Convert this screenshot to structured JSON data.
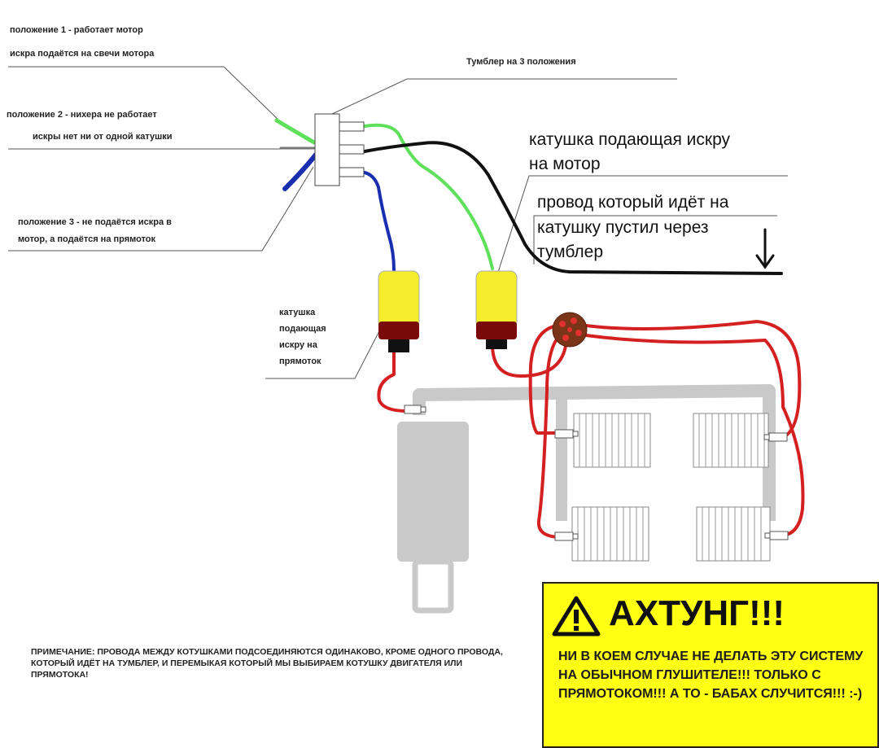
{
  "labels": {
    "position1_line1": "положение 1 - работает мотор",
    "position1_line2": "искра подаётся на свечи мотора",
    "toggle": "Тумблер на 3 положения",
    "position2_line1": "положение 2 - нихера не работает",
    "position2_line2": "искры нет ни от одной катушки",
    "coil_motor_line1": "катушка подающая искру",
    "coil_motor_line2": "на мотор",
    "wire_line1": "провод который идёт на",
    "wire_line2": "катушку пустил через",
    "wire_line3": "тумблер",
    "arrow": "↓",
    "position3_line1": "положение 3 - не подаётся искра в",
    "position3_line2": "мотор, а подаётся на прямоток",
    "coil_straight_line1": "катушка",
    "coil_straight_line2": "подающая",
    "coil_straight_line3": "искру на",
    "coil_straight_line4": "прямоток"
  },
  "note": "ПРИМЕЧАНИЕ: ПРОВОДА МЕЖДУ КОТУШКАМИ ПОДСОЕДИНЯЮТСЯ ОДИНАКОВО, КРОМЕ ОДНОГО ПРОВОДА, КОТОРЫЙ ИДЁТ НА ТУМБЛЕР, И ПЕРЕМЫКАЯ КОТОРЫЙ МЫ ВЫБИРАЕМ КОТУШКУ ДВИГАТЕЛЯ ИЛИ ПРЯМОТОКА!",
  "warning": {
    "title": "АХТУНГ!!!",
    "text": "НИ В КОЕМ СЛУЧАЕ НЕ ДЕЛАТЬ ЭТУ СИСТЕМУ НА ОБЫЧНОМ ГЛУШИТЕЛЕ!!! ТОЛЬКО С ПРЯМОТОКОМ!!! А ТО - БАБАХ СЛУЧИТСЯ!!!          :-)"
  },
  "colors": {
    "green_wire": "#5fe05a",
    "black_wire": "#111111",
    "blue_wire": "#1a2fb0",
    "red_wire": "#d42020",
    "coil_yellow": "#f4ee2c",
    "coil_darkred": "#7a0a0a",
    "exhaust_gray": "#c9c9c9",
    "distributor": "#7a3418",
    "warning_bg": "#ffff14"
  }
}
